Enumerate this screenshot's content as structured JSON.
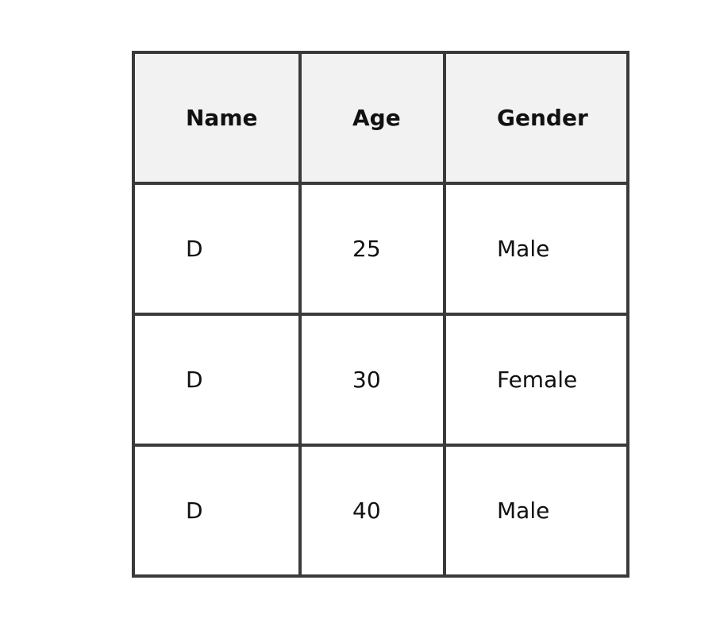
{
  "table": {
    "headers": [
      "Name",
      "Age",
      "Gender"
    ],
    "rows": [
      [
        "D",
        "25",
        "Male"
      ],
      [
        "D",
        "30",
        "Female"
      ],
      [
        "D",
        "40",
        "Male"
      ]
    ]
  },
  "colors": {
    "border": "#3a3a3a",
    "header_background": "#f2f2f2",
    "cell_background": "#ffffff"
  }
}
